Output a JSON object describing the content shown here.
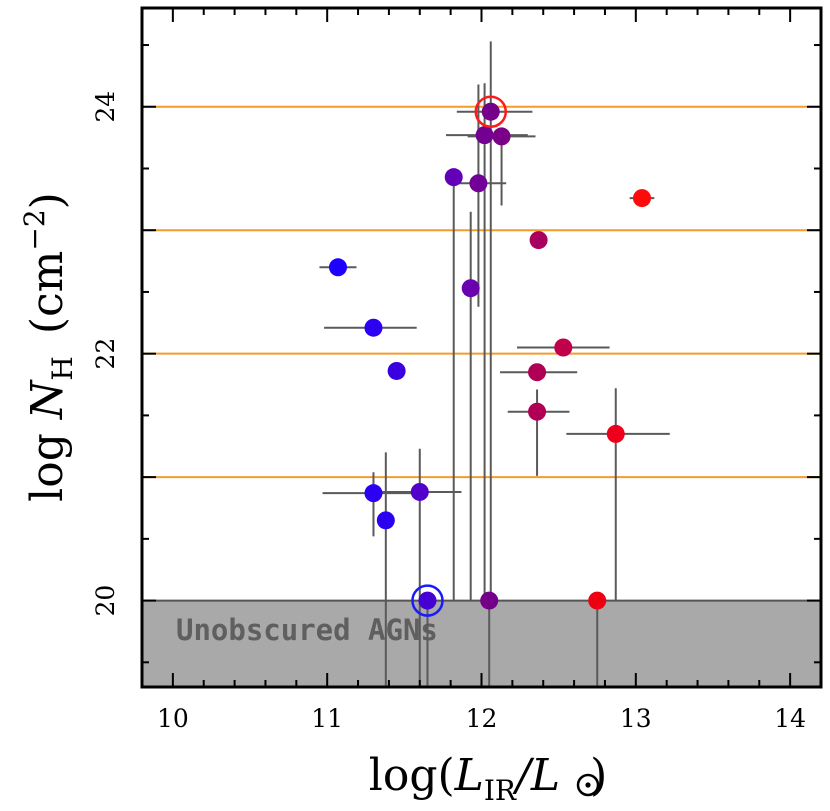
{
  "chart_data": {
    "type": "scatter",
    "title": "",
    "xlabel": {
      "main": "log(",
      "sub": "IR",
      "tail": "/L",
      "sun_symbol": "sun-symbol"
    },
    "ylabel": {
      "prefix": "log ",
      "var": "N",
      "sub": "H",
      "unit": "(cm",
      "exp": "−2",
      "close": ")"
    },
    "xlim": [
      9.8,
      14.2
    ],
    "ylim": [
      19.3,
      24.8
    ],
    "xticks_major": [
      10,
      11,
      12,
      13,
      14
    ],
    "xtick_labels": [
      "10",
      "11",
      "12",
      "13",
      "14"
    ],
    "yticks_major": [
      20,
      22,
      24
    ],
    "ytick_labels": [
      "20",
      "22",
      "24"
    ],
    "grid_lines_y": [
      21,
      22,
      23,
      24
    ],
    "grid_color": "#f39b2b",
    "shaded_region": {
      "y_from": 19.3,
      "y_to": 20,
      "color": "#a9a9a9",
      "label": "Unobscured AGNs"
    },
    "errorbar_color": "#5a5a5a",
    "points": [
      {
        "x": 11.07,
        "y": 22.7,
        "color": "#1f00ff",
        "xerr": [
          0.12,
          0.12
        ]
      },
      {
        "x": 11.3,
        "y": 22.21,
        "color": "#2c00f0",
        "xerr": [
          0.32,
          0.28
        ]
      },
      {
        "x": 11.45,
        "y": 21.86,
        "color": "#3a00e0"
      },
      {
        "x": 11.3,
        "y": 20.87,
        "color": "#2c00f0",
        "xerr": [
          0.33,
          0.25
        ],
        "yerr_low": 0.35,
        "yerr_high": 0.17
      },
      {
        "x": 11.38,
        "y": 20.65,
        "color": "#2c00f0",
        "yerr_low": 1.95,
        "yerr_high": 0.55
      },
      {
        "x": 11.6,
        "y": 20.88,
        "color": "#5200cc",
        "xerr": [
          0.3,
          0.27
        ],
        "yerr_low": 1.85,
        "yerr_high": 0.35
      },
      {
        "x": 11.65,
        "y": 20.0,
        "color": "#4700d4",
        "yerr_low": 0.7,
        "circled": "#1a1aff"
      },
      {
        "x": 11.82,
        "y": 23.43,
        "color": "#6200b8",
        "yerr_low": 3.43,
        "yerr_high": 0.02
      },
      {
        "x": 11.93,
        "y": 22.53,
        "color": "#6a00ae",
        "yerr_low": 2.53,
        "yerr_high": 0.62
      },
      {
        "x": 11.98,
        "y": 23.38,
        "color": "#720098",
        "xerr": [
          0.18,
          0.18
        ],
        "yerr_low": 1.0,
        "yerr_high": 0.8
      },
      {
        "x": 12.02,
        "y": 23.77,
        "color": "#720090",
        "xerr": [
          0.25,
          0.28
        ],
        "yerr_low": 3.77,
        "yerr_high": 0.42
      },
      {
        "x": 12.06,
        "y": 23.96,
        "color": "#74008c",
        "xerr": [
          0.22,
          0.27
        ],
        "yerr_low": 3.96,
        "yerr_high": 0.57,
        "circled": "#ff1a1a"
      },
      {
        "x": 12.13,
        "y": 23.76,
        "color": "#7a0088",
        "xerr": [
          0.22,
          0.22
        ],
        "yerr_low": 0.56,
        "yerr_high": 0.03
      },
      {
        "x": 12.05,
        "y": 20.0,
        "color": "#74008a",
        "yerr_low": 0.7
      },
      {
        "x": 12.37,
        "y": 22.92,
        "color": "#a8005e"
      },
      {
        "x": 12.53,
        "y": 22.05,
        "color": "#c0004a",
        "xerr": [
          0.3,
          0.3
        ]
      },
      {
        "x": 12.36,
        "y": 21.85,
        "color": "#b00056",
        "xerr": [
          0.24,
          0.26
        ]
      },
      {
        "x": 12.36,
        "y": 21.53,
        "color": "#b00056",
        "xerr": [
          0.19,
          0.21
        ],
        "yerr_low": 0.52,
        "yerr_high": 0.18
      },
      {
        "x": 12.87,
        "y": 21.35,
        "color": "#ee001c",
        "xerr": [
          0.32,
          0.35
        ],
        "yerr_low": 1.35,
        "yerr_high": 0.37
      },
      {
        "x": 12.75,
        "y": 20.0,
        "color": "#ee0010",
        "yerr_low": 0.7
      },
      {
        "x": 13.04,
        "y": 23.26,
        "color": "#ff0a0a",
        "xerr": [
          0.08,
          0.08
        ]
      }
    ]
  }
}
